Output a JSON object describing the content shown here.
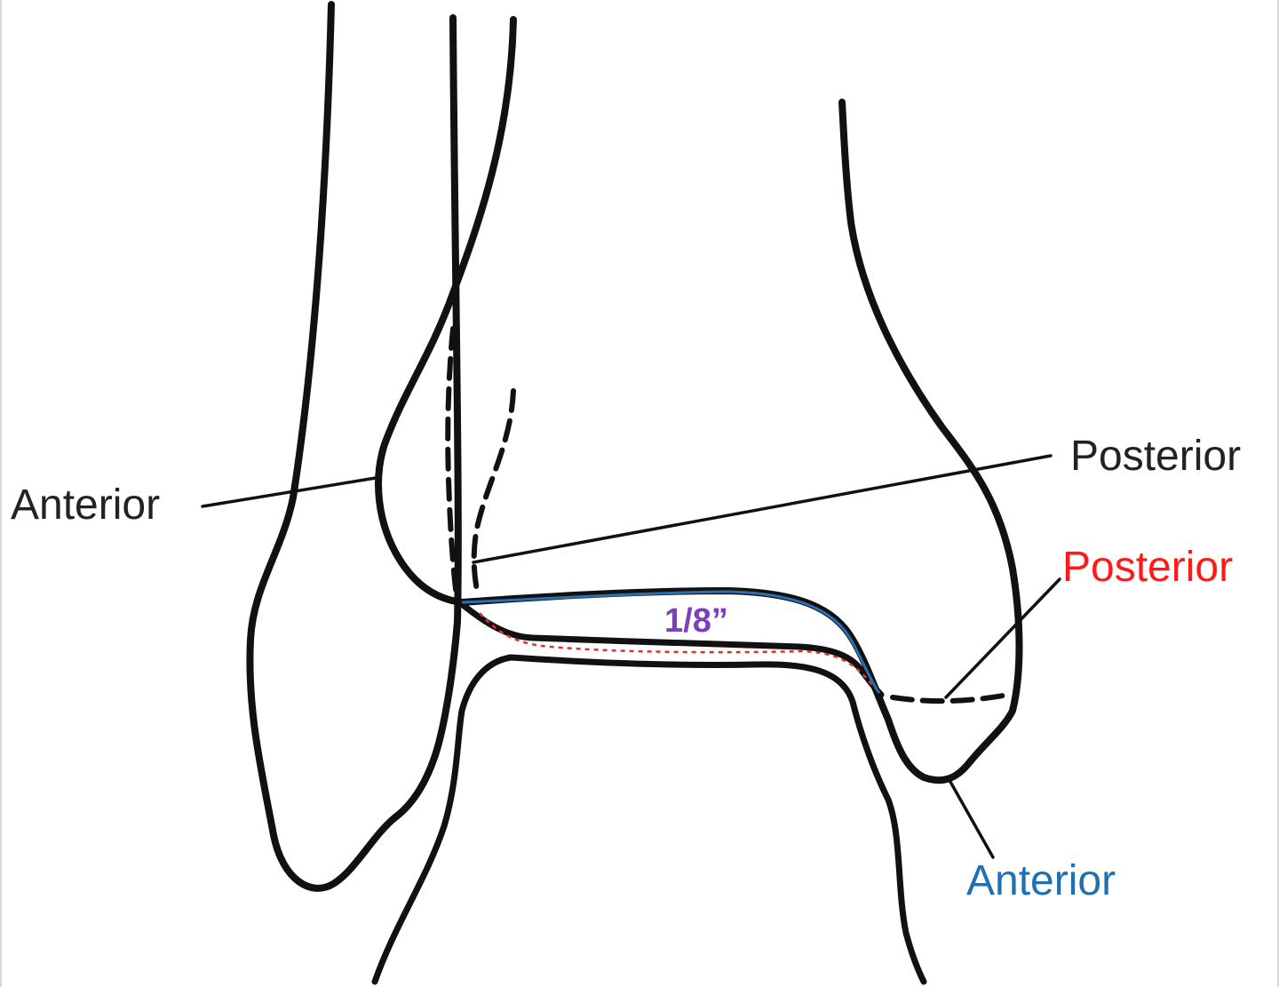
{
  "labels": {
    "anterior_left": "Anterior",
    "posterior_black": "Posterior",
    "posterior_red": "Posterior",
    "anterior_blue": "Anterior",
    "measurement": "1/8”"
  },
  "colors": {
    "outline": "#111111",
    "label_black": "#222222",
    "posterior_red": "#ff1a1a",
    "anterior_blue": "#1f6fb3",
    "measurement_purple": "#7b3fbf",
    "red_dashed_contour": "#e23030",
    "blue_contour": "#2a6fb0"
  }
}
